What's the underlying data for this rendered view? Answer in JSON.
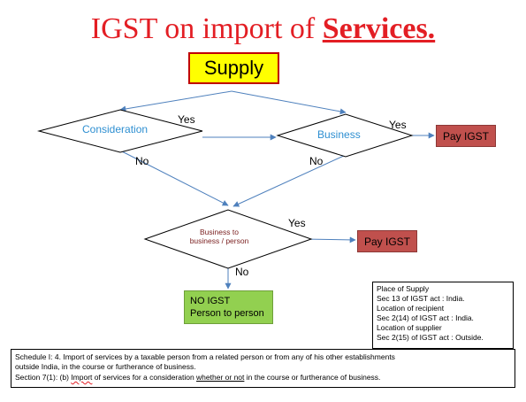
{
  "title": {
    "prefix": "IGST on import of ",
    "emphasis": "Services."
  },
  "supply": "Supply",
  "nodes": {
    "consideration": "Consideration",
    "business": "Business",
    "b2b_line1": "Business to",
    "b2b_line2": "business / person",
    "pay_igst_1": "Pay IGST",
    "pay_igst_2": "Pay IGST",
    "no_igst_line1": "NO IGST",
    "no_igst_line2": "Person to person"
  },
  "edge_labels": {
    "consideration_yes": "Yes",
    "consideration_no": "No",
    "business_yes": "Yes",
    "business_no": "No",
    "b2b_yes": "Yes",
    "b2b_no": "No"
  },
  "place_of_supply": {
    "lines": [
      "Place of Supply",
      "Sec 13 of IGST act :  India.",
      "Location of recipient",
      "Sec 2(14)  of IGST act  : India.",
      "Location of supplier",
      "Sec 2(15) of IGST act : Outside."
    ]
  },
  "schedule": {
    "line1": "Schedule I:    4. Import of services  by a taxable person  from a related person  or from any of his other establishments",
    "line2": "outside India, in the course or furtherance of business.",
    "line3_a": "Section 7(1):  (b)   ",
    "line3_b": "Import",
    "line3_c": "  of services for a consideration ",
    "line3_d": "whether or not",
    "line3_e": " in the course or furtherance of business."
  },
  "colors": {
    "title": "#e31e24",
    "supply_fill": "#ffff00",
    "arrow": "#4f81bd",
    "pay_fill": "#c0504d",
    "no_igst_fill": "#92d050"
  }
}
